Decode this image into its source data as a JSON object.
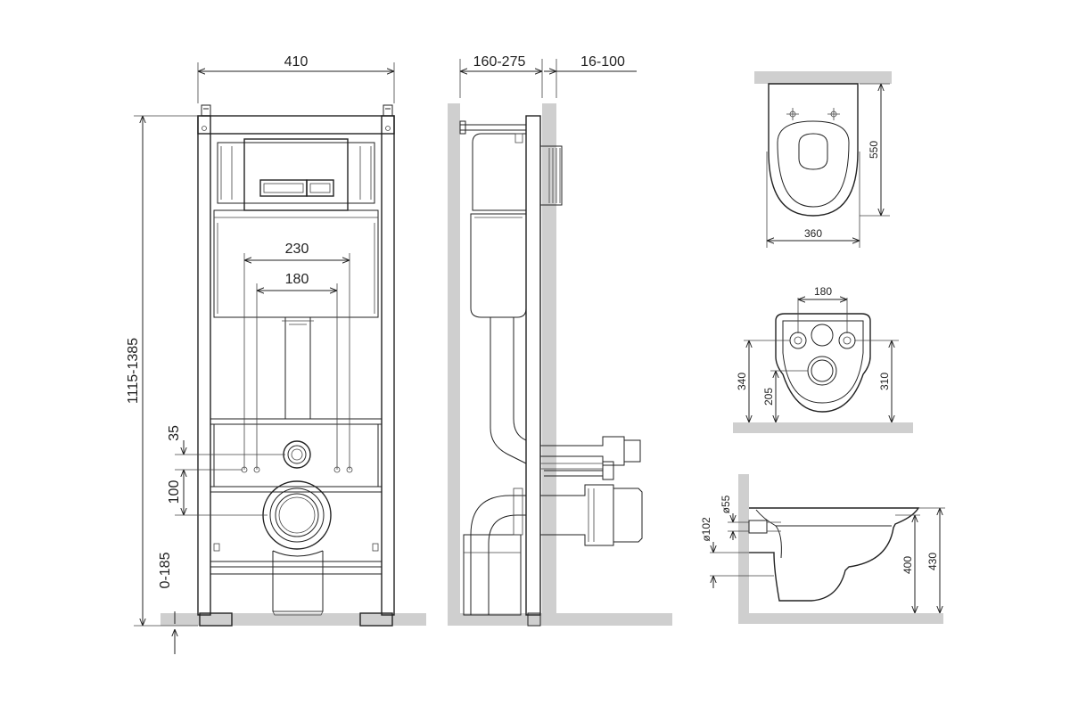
{
  "front_view": {
    "width_label": "410",
    "height_label": "1115-1385",
    "outer_spacing_label": "230",
    "inner_spacing_label": "180",
    "upper_offset_label": "35",
    "lower_offset_label": "100",
    "floor_range_label": "0-185"
  },
  "side_view": {
    "depth_label": "160-275",
    "wall_gap_label": "16-100"
  },
  "bowl_top_view": {
    "length_label": "550",
    "width_label": "360"
  },
  "bowl_back_view": {
    "bolt_spacing_label": "180",
    "bolt_height_label": "340",
    "outlet_height_label": "205",
    "right_height_label": "310"
  },
  "bowl_side_view": {
    "inlet_diameter_label": "ø55",
    "outlet_diameter_label": "ø102",
    "rim_height_label": "400",
    "total_height_label": "430"
  }
}
